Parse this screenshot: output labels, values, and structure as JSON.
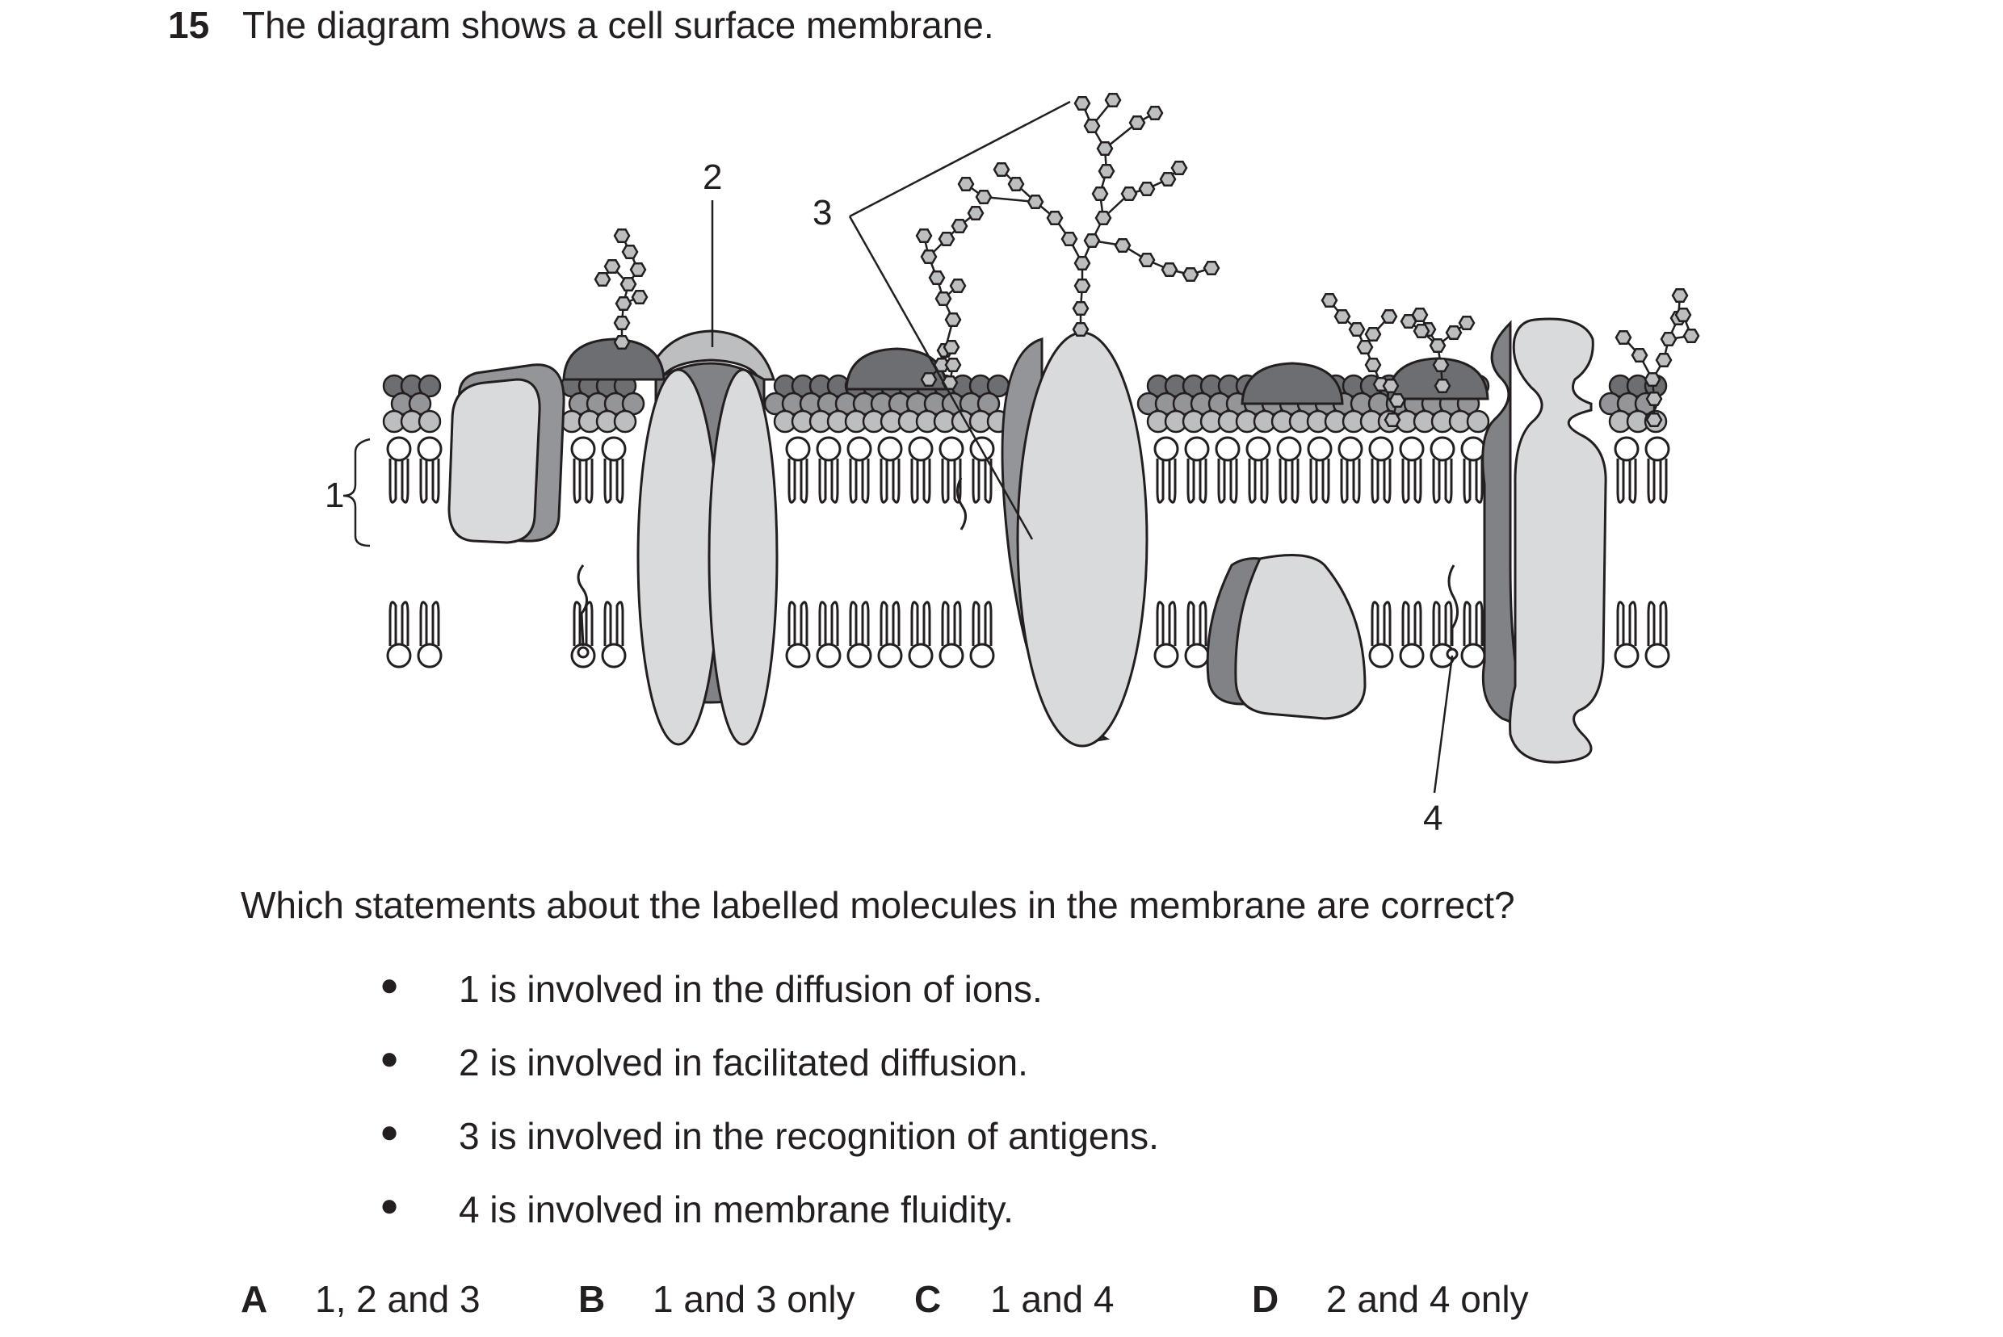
{
  "question": {
    "number": "15",
    "stem": "The diagram shows a cell surface membrane."
  },
  "diagram": {
    "labels": [
      "1",
      "2",
      "3",
      "4"
    ]
  },
  "prompt": "Which statements about the labelled molecules in the membrane are correct?",
  "statements": [
    "1 is involved in the diffusion of ions.",
    "2 is involved in facilitated diffusion.",
    "3 is involved in the recognition of antigens.",
    "4 is involved in membrane fluidity."
  ],
  "bullet_symbol": "●",
  "options": [
    {
      "letter": "A",
      "text": "1, 2 and 3"
    },
    {
      "letter": "B",
      "text": "1 and 3 only"
    },
    {
      "letter": "C",
      "text": "1 and 4"
    },
    {
      "letter": "D",
      "text": "2 and 4 only"
    }
  ]
}
